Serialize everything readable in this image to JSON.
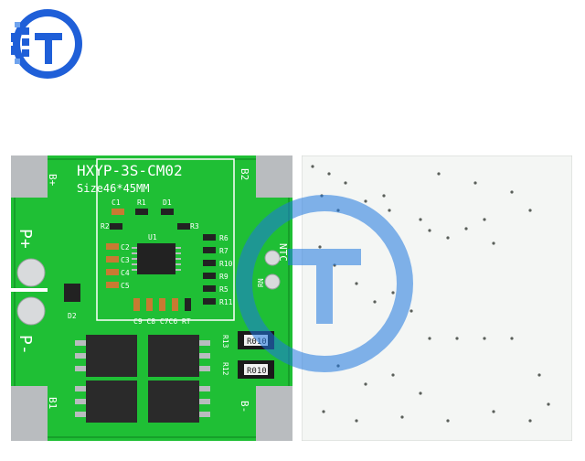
{
  "board": {
    "model": "HXYP-3S-CM02",
    "size": "Size46*45MM",
    "pads": {
      "bplus": "B+",
      "b2": "B2",
      "b1": "B1",
      "bminus": "B-"
    },
    "terminals": {
      "pplus": "P+",
      "pminus": "P-"
    },
    "ntc": "NTC",
    "rn": "RN",
    "components": {
      "c1": "C1",
      "r1": "R1",
      "d1": "D1",
      "r2": "R2",
      "u1": "U1",
      "r3": "R3",
      "c2": "C2",
      "c3": "C3",
      "c4": "C4",
      "c5": "C5",
      "r6": "R6",
      "r7": "R7",
      "r10": "R10",
      "r9": "R9",
      "r5": "R5",
      "r11": "R11",
      "c9c8c7c6rt": "C9 C8 C7C6 RT",
      "d2": "D2",
      "r13": "R13",
      "r12": "R12"
    },
    "resistor_marking": "R010"
  },
  "colors": {
    "pcb_green": "#1fbf35",
    "pcb_dark_green": "#16a02a",
    "pad_gray": "#b9bcbf",
    "back_white": "#f4f6f4",
    "logo_blue": "#1f5fd8",
    "watermark_blue": "#1e78e0"
  }
}
